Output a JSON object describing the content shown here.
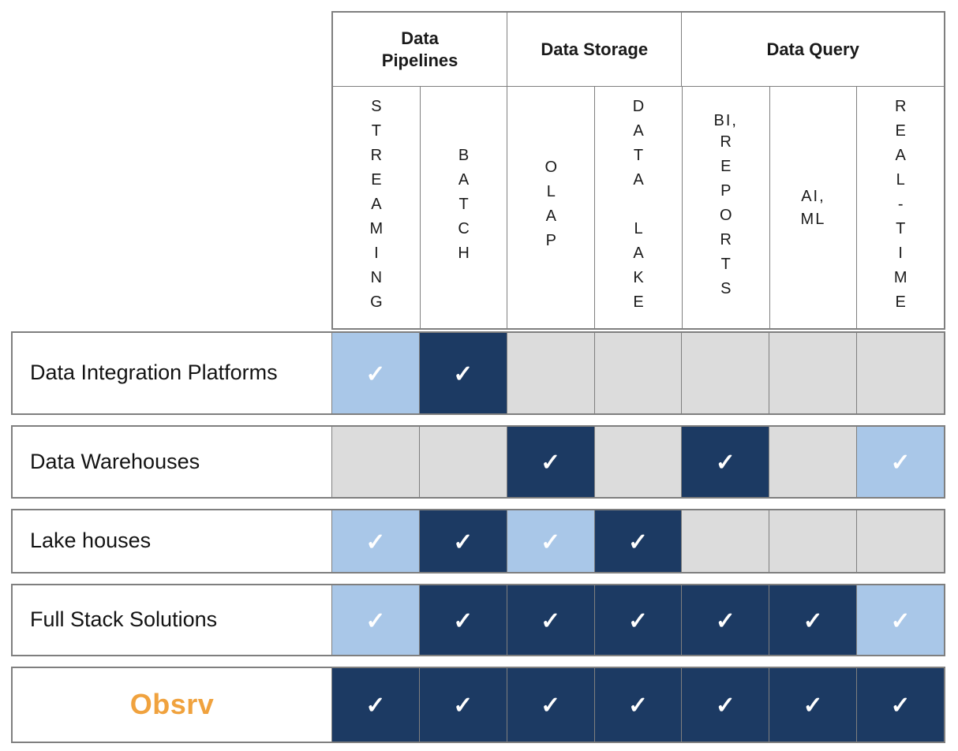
{
  "colors": {
    "navy": "#1C3A63",
    "light_blue": "#A9C7E8",
    "gray": "#DCDCDC",
    "border": "#7F7F7F",
    "orange": "#F0A23E"
  },
  "check_glyph": "✓",
  "groups": [
    {
      "label": "Data Pipelines",
      "span": 2
    },
    {
      "label": "Data Storage",
      "span": 2
    },
    {
      "label": "Data Query",
      "span": 3
    }
  ],
  "columns": [
    {
      "id": "streaming",
      "vertical": "STREAMING"
    },
    {
      "id": "batch",
      "vertical": "BATCH"
    },
    {
      "id": "olap",
      "vertical": "OLAP"
    },
    {
      "id": "data-lake",
      "vertical": "DATA LAKE"
    },
    {
      "id": "bi-reports",
      "horizontal": "BI,",
      "vertical": "REPORTS"
    },
    {
      "id": "ai-ml",
      "horizontal": "AI,",
      "horizontal2": "ML"
    },
    {
      "id": "real-time",
      "vertical": "REAL-TIME"
    }
  ],
  "rows": [
    {
      "label": "Data Integration Platforms",
      "cells": [
        "light",
        "dark",
        "empty",
        "empty",
        "empty",
        "empty",
        "empty"
      ]
    },
    {
      "label": "Data Warehouses",
      "cells": [
        "empty",
        "empty",
        "dark",
        "empty",
        "dark",
        "empty",
        "light"
      ]
    },
    {
      "label": "Lake houses",
      "cells": [
        "light",
        "dark",
        "light",
        "dark",
        "empty",
        "empty",
        "empty"
      ]
    },
    {
      "label": "Full Stack Solutions",
      "cells": [
        "light",
        "dark",
        "dark",
        "dark",
        "dark",
        "dark",
        "light"
      ]
    },
    {
      "label": "Obsrv",
      "brand": true,
      "cells": [
        "dark",
        "dark",
        "dark",
        "dark",
        "dark",
        "dark",
        "dark"
      ]
    }
  ]
}
